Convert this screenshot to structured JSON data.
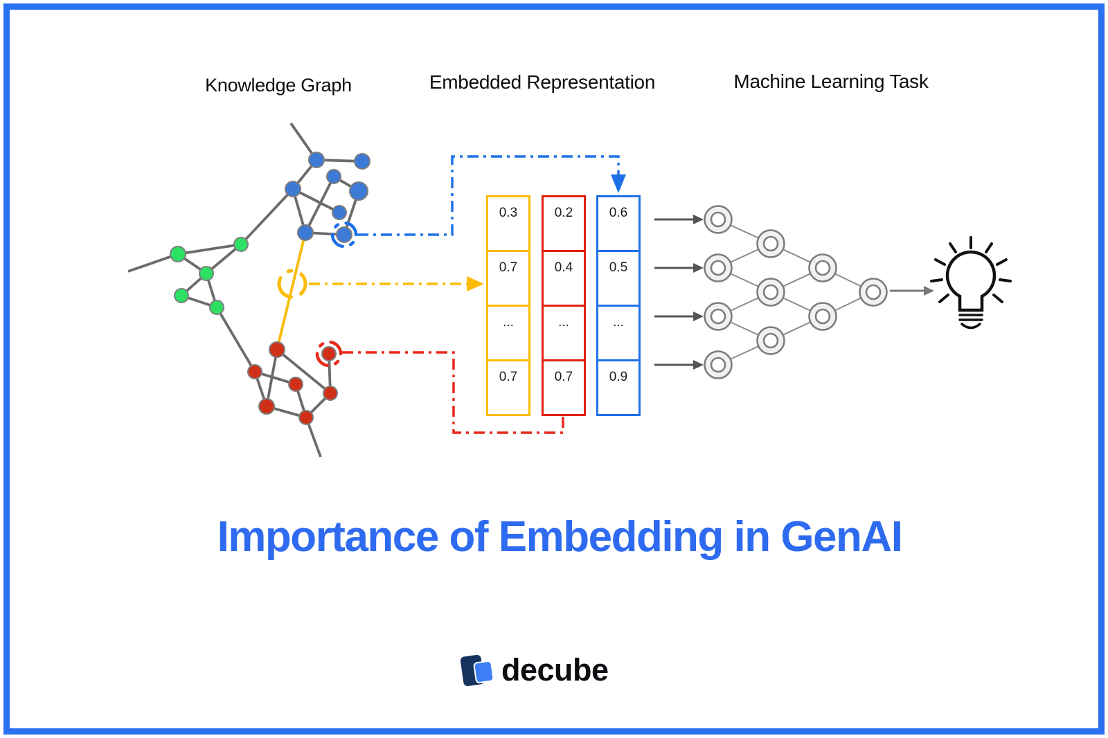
{
  "headers": {
    "knowledge_graph": "Knowledge Graph",
    "embedded_representation": "Embedded Representation",
    "machine_learning_task": "Machine Learning Task"
  },
  "vectors": {
    "columns": [
      {
        "id": "vector-yellow",
        "color": "#fbbc05",
        "values": [
          "0.3",
          "0.7",
          "...",
          "0.7"
        ]
      },
      {
        "id": "vector-red",
        "color": "#e02010",
        "values": [
          "0.2",
          "0.4",
          "...",
          "0.7"
        ]
      },
      {
        "id": "vector-blue",
        "color": "#1e70e8",
        "values": [
          "0.6",
          "0.5",
          "...",
          "0.9"
        ]
      }
    ]
  },
  "diagram": {
    "knowledge_graph": {
      "clusters": [
        {
          "label": "blue cluster",
          "color": "#3d7ad6",
          "node_count": 8
        },
        {
          "label": "green cluster",
          "color": "#2de063",
          "node_count": 5
        },
        {
          "label": "red cluster",
          "color": "#d13018",
          "node_count": 7
        }
      ],
      "highlighted_edge_color": "#fbbc05",
      "highlight_colors": {
        "blue": "#1e70e8",
        "yellow": "#fbbc05",
        "red": "#e8291c"
      }
    },
    "neural_network": {
      "layers": [
        4,
        3,
        2,
        1
      ]
    },
    "output_icon": "lightbulb-icon"
  },
  "title": {
    "text": "Importance of Embedding in GenAI",
    "color": "#2e6bf0"
  },
  "logo": {
    "text": "decube",
    "dark_color": "#16335f",
    "light_color": "#3d7ef7"
  },
  "frame_color": "#2b70f1"
}
